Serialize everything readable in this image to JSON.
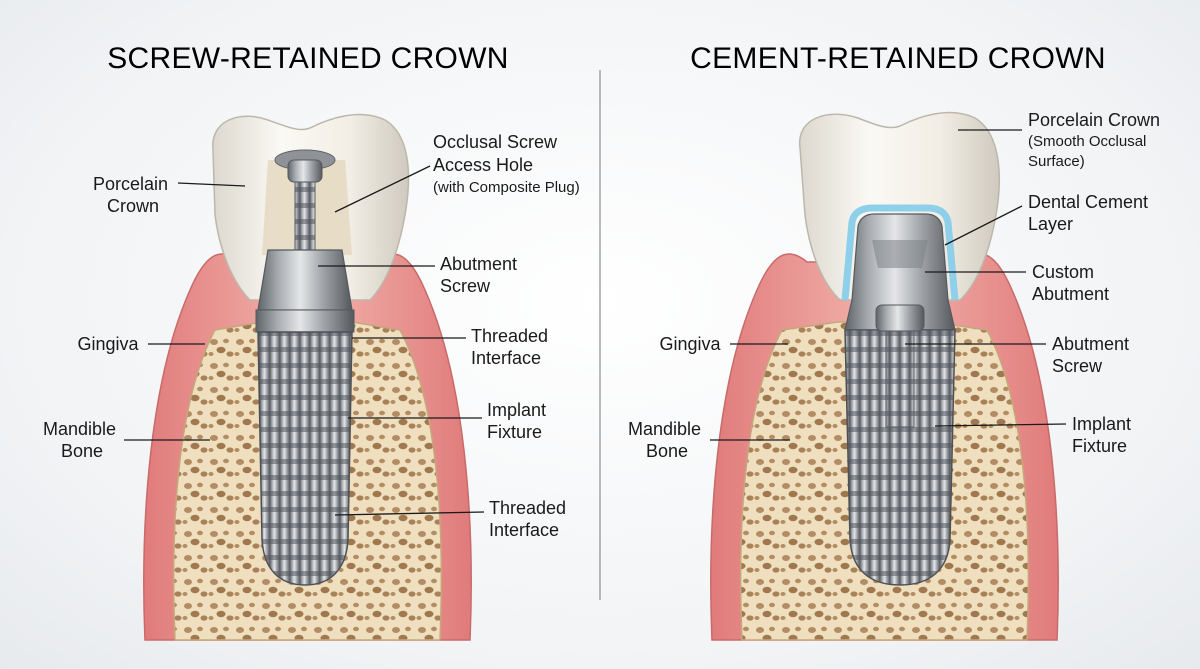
{
  "left_panel": {
    "title": "SCREW-RETAINED CROWN",
    "labels": {
      "porcelain_crown": [
        "Porcelain",
        "Crown"
      ],
      "gingiva": [
        "Gingiva"
      ],
      "mandible_bone": [
        "Mandible",
        "Bone"
      ],
      "occlusal_screw": [
        "Occlusal Screw",
        "Access Hole"
      ],
      "occlusal_screw_note": "(with Composite Plug)",
      "abutment_screw": [
        "Abutment",
        "Screw"
      ],
      "threaded_interface_upper": [
        "Threaded",
        "Interface"
      ],
      "implant_fixture": [
        "Implant",
        "Fixture"
      ],
      "threaded_interface_lower": [
        "Threaded",
        "Interface"
      ]
    }
  },
  "right_panel": {
    "title": "CEMENT-RETAINED CROWN",
    "labels": {
      "gingiva": [
        "Gingiva"
      ],
      "mandible_bone": [
        "Mandible",
        "Bone"
      ],
      "porcelain_crown": [
        "Porcelain Crown"
      ],
      "porcelain_crown_note": [
        "(Smooth Occlusal",
        "Surface)"
      ],
      "dental_cement": [
        "Dental Cement",
        "Layer"
      ],
      "custom_abutment": [
        "Custom",
        "Abutment"
      ],
      "abutment_screw": [
        "Abutment",
        "Screw"
      ],
      "implant_fixture": [
        "Implant",
        "Fixture"
      ]
    }
  },
  "colors": {
    "gingiva": "#e98c8c",
    "gingiva_light": "#f6c9c4",
    "bone": "#efdfbf",
    "bone_pore": "#a7825a",
    "crown": "#f6f3ec",
    "metal_dark": "#6e7378",
    "metal_light": "#d6d9dc",
    "cement": "#8ed0ea",
    "divider": "#8a8f94"
  }
}
